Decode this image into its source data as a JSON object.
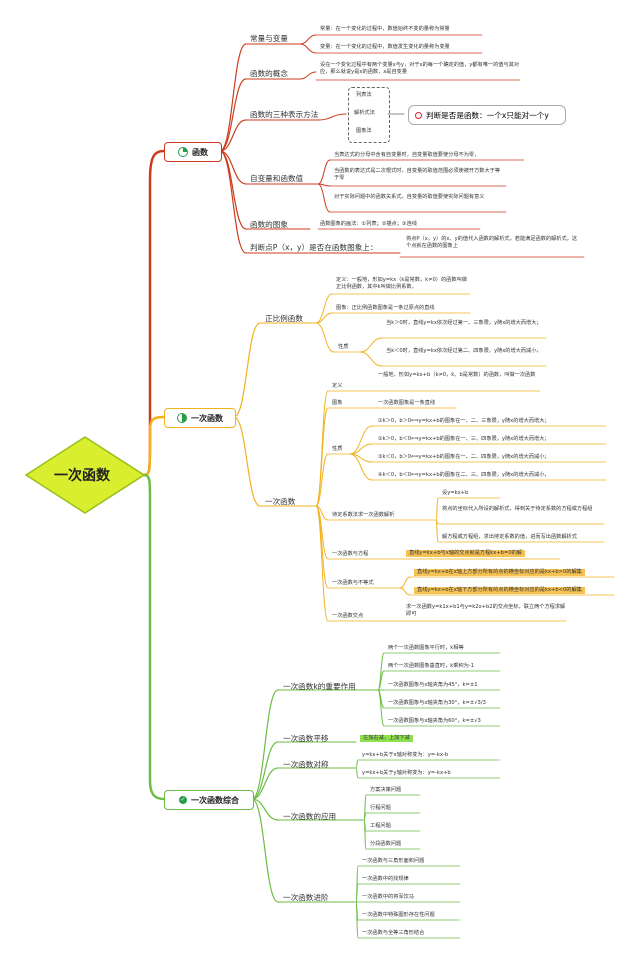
{
  "root": "一次函数",
  "colors": {
    "red": "#cc3b1d",
    "orange": "#f2b21f",
    "green": "#6cbd45",
    "root_fill": "#d8ee2f",
    "root_stroke": "#9bbf1a",
    "highlight_orange": "#f6c255",
    "highlight_green": "#8ee04e"
  },
  "icons": {
    "hanshu": "pie-icon",
    "yici": "half-circle-icon",
    "zonghe": "check-circle-icon",
    "callout": "ring-icon"
  },
  "branches": {
    "hanshu": {
      "label": "函数",
      "changliang": {
        "label": "常量与变量",
        "items": [
          "常量：在一个变化的过程中，数值始终不变的量称为常量",
          "变量：在一个变化的过程中，数值发生变化的量称为变量"
        ]
      },
      "gainian": {
        "label": "函数的概念",
        "text": "设在一个变化过程中有两个变量x与y，对于x的每一个确定的值，y都有唯一的值与其对应，那么就说y是x的函数，x是自变量"
      },
      "biaoshi": {
        "label": "函数的三种表示方法",
        "items": [
          "列表法",
          "解析式法",
          "图象法"
        ],
        "callout": "判断是否是函数：一个x只能对一个y"
      },
      "zibianliang": {
        "label": "自变量和函数值",
        "items": [
          "当表达式的分母中含有自变量时，自变量取值要使分母不为零，",
          "当函数的表达式是二次根式时，自变量的取值范围必须使被开方数大于等于零",
          "对于实际问题中的函数关系式，自变量的取值要使实际问题有意义"
        ]
      },
      "tuxiang": {
        "label": "函数的图象",
        "text": "函数图象的画法：①列表；②描点；③连线"
      },
      "panduan": {
        "label": "判断点P（x，y）是否在函数图象上：",
        "text": "将点P（x，y）的x、y的值代入函数的解析式，若能满足函数的解析式，这个点就在函数的图象上"
      }
    },
    "yici": {
      "label": "一次函数",
      "zhengbili": {
        "label": "正比例函数",
        "dingyi": "定义：一般地，形如y=kx（k是常数，k≠0）的函数叫做正比例函数，其中k叫做比例系数，",
        "tuxiang": "图象：正比例函数图象是一条过原点的直线",
        "xingzhi_label": "性质",
        "xingzhi": [
          "当k＞0时，直线y=kx依次经过第一、三象限，y随x的增大而增大；",
          "当k＜0时，直线y=kx依次经过第二、四象限，y随x的增大而减小，"
        ]
      },
      "yicihanshu": {
        "label": "一次函数",
        "dingyi_label": "定义",
        "dingyi": "一般地，形如y=kx+b（k≠0，k、b是常数）的函数，叫做一次函数",
        "tuxiang_label": "图象",
        "tuxiang": "一次函数图象是一条直线",
        "xingzhi_label": "性质",
        "xingzhi": [
          "①k＞0，b＞0⟺y=kx+b的图象在一、二、三象限，y随x的增大而增大；",
          "②k＞0，b＜0⟺y=kx+b的图象在一、三、四象限，y随x的增大而增大；",
          "③k＜0，b＞0⟺y=kx+b的图象在一、二、四象限，y随x的增大而减小；",
          "④k＜0，b＜0⟺y=kx+b的图象在二、三、四象限，y随x的增大而减小，"
        ],
        "daiding_label": "待定系数法求一次函数解析",
        "daiding": [
          "设y=kx+b",
          "将点的坐标代入所设的解析式，得到关于待定系数的方程或方程组",
          "解方程或方程组，求出待定系数的值，进而写出函数解析式"
        ],
        "fangcheng_label": "一次函数与方程",
        "fangcheng": "直线y=kx+b与x轴的交点就是方程kx+b=0的解",
        "budengshi_label": "一次函数与不等式",
        "budengshi": [
          "直线y=kx+b在x轴上方部分所有的点的横坐标对应的是kx+b>0的解集",
          "直线y=kx+b在x轴下方部分所有的点的横坐标对应的是kx+b<0的解集"
        ],
        "jiaodian_label": "一次函数交点",
        "jiaodian": "求一次函数y=k1x+b1与y=k2x+b2的交点坐标，联立两个方程求解即可"
      }
    },
    "zonghe": {
      "label": "一次函数综合",
      "zhongyao": {
        "label": "一次函数k的重要作用",
        "items": [
          "两个一次函数图象平行时，k相等",
          "两个一次函数图象垂直时，k乘积为-1",
          "一次函数图象与x轴夹角为45°，k=±1",
          "一次函数图象与x轴夹角为30°，k=±√3/3",
          "一次函数图象与x轴夹角为60°，k=±√3"
        ]
      },
      "pingyi": {
        "label": "一次函数平移",
        "text": "左加右减，上加下减"
      },
      "duicheng": {
        "label": "一次函数对称",
        "items": [
          "y=kx+b关于x轴对称变为：y=-kx-b",
          "y=kx+b关于y轴对称变为：y=-kx+b"
        ]
      },
      "yingyong": {
        "label": "一次函数的应用",
        "items": [
          "方案决策问题",
          "行程问题",
          "工程问题",
          "分段函数问题"
        ]
      },
      "jinjie": {
        "label": "一次函数进阶",
        "items": [
          "一次函数与三角形面积问题",
          "一次函数中的找规律",
          "一次函数中的将军饮马",
          "一次函数中特殊图形存在性问题",
          "一次函数与全等三角形结合"
        ]
      }
    }
  }
}
